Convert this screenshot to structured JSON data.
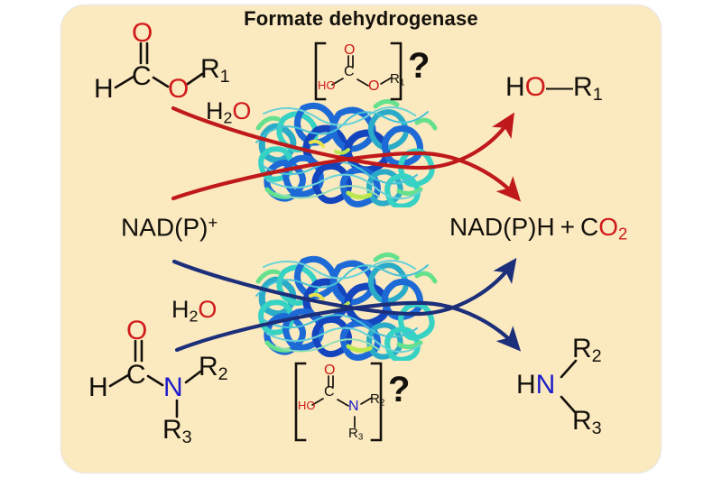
{
  "figure": {
    "title": "Formate dehydrogenase",
    "background_color": "#fbe9bf",
    "page_background": "#ffffff",
    "oxygen_color": "#d01b1b",
    "nitrogen_color": "#1c1ccc",
    "atom_color": "#14110c",
    "top_arrow_color": "#c0191b",
    "bottom_arrow_color": "#1c2f7a"
  },
  "top_reaction": {
    "substrate": {
      "name": "formate-ester",
      "oxygen_double": "O",
      "hydrogen": "H",
      "carbon": "C",
      "oxygen_single": "O",
      "r_group": "R",
      "r_index": "1"
    },
    "cosubstrate": {
      "h2o_h": "H",
      "h2o_sub": "2",
      "h2o_o": "O"
    },
    "cofactor": {
      "label": "NAD(P)",
      "charge": "+"
    },
    "intermediate": {
      "oxygen_double": "O",
      "hydroxyl": "HO",
      "carbon": "C",
      "oxygen_single": "O",
      "r_group": "R",
      "r_index": "1",
      "query": "?"
    },
    "products": {
      "alcohol_h": "H",
      "alcohol_o": "O",
      "alcohol_bond": "—",
      "alcohol_r": "R",
      "alcohol_r_index": "1"
    }
  },
  "shared_products": {
    "nadph": "NAD(P)H",
    "plus": "+",
    "co2_c": "C",
    "co2_o": "O",
    "co2_sub": "2"
  },
  "bottom_reaction": {
    "substrate": {
      "name": "formamide",
      "oxygen_double": "O",
      "hydrogen": "H",
      "carbon": "C",
      "nitrogen": "N",
      "r2": "R",
      "r2_index": "2",
      "r3": "R",
      "r3_index": "3"
    },
    "cosubstrate": {
      "h2o_h": "H",
      "h2o_sub": "2",
      "h2o_o": "O"
    },
    "intermediate": {
      "oxygen_double": "O",
      "hydroxyl": "HO",
      "carbon": "C",
      "nitrogen": "N",
      "r2": "R",
      "r2_index": "2",
      "r3": "R",
      "r3_index": "3",
      "query": "?"
    },
    "products": {
      "amine_h": "H",
      "amine_n": "N",
      "r2": "R",
      "r2_index": "2",
      "r3": "R",
      "r3_index": "3"
    }
  },
  "enzyme_graphics": {
    "top_label": "formate-dehydrogenase-ribbon-top",
    "bottom_label": "formate-dehydrogenase-ribbon-bottom",
    "palette": [
      "#0b3fbf",
      "#1565d8",
      "#22a9c9",
      "#2fd3c6",
      "#5fe08a",
      "#b9e84a",
      "#e8e24a"
    ]
  }
}
